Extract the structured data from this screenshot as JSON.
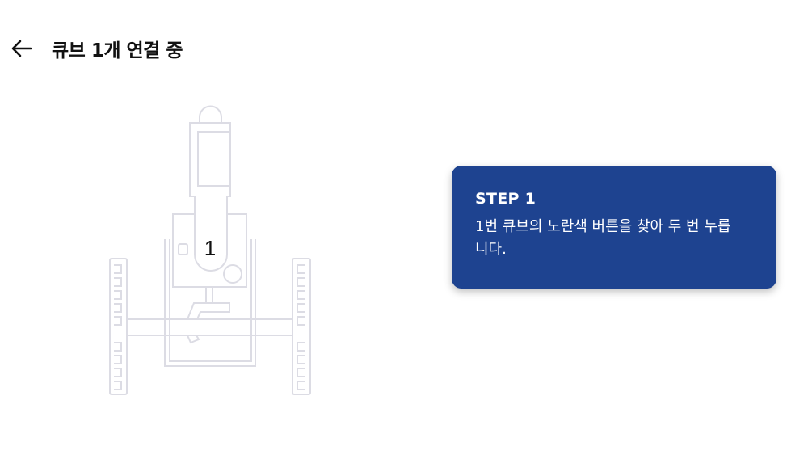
{
  "header": {
    "title": "큐브 1개 연결 중",
    "back_icon": "arrow-left-icon"
  },
  "illustration": {
    "cube_number": "1"
  },
  "card": {
    "step": "STEP 1",
    "description": "1번 큐브의 노란색 버튼을 찾아 두 번 누릅니다."
  },
  "colors": {
    "card_bg": "#1e4390",
    "line": "#dcdce4"
  }
}
